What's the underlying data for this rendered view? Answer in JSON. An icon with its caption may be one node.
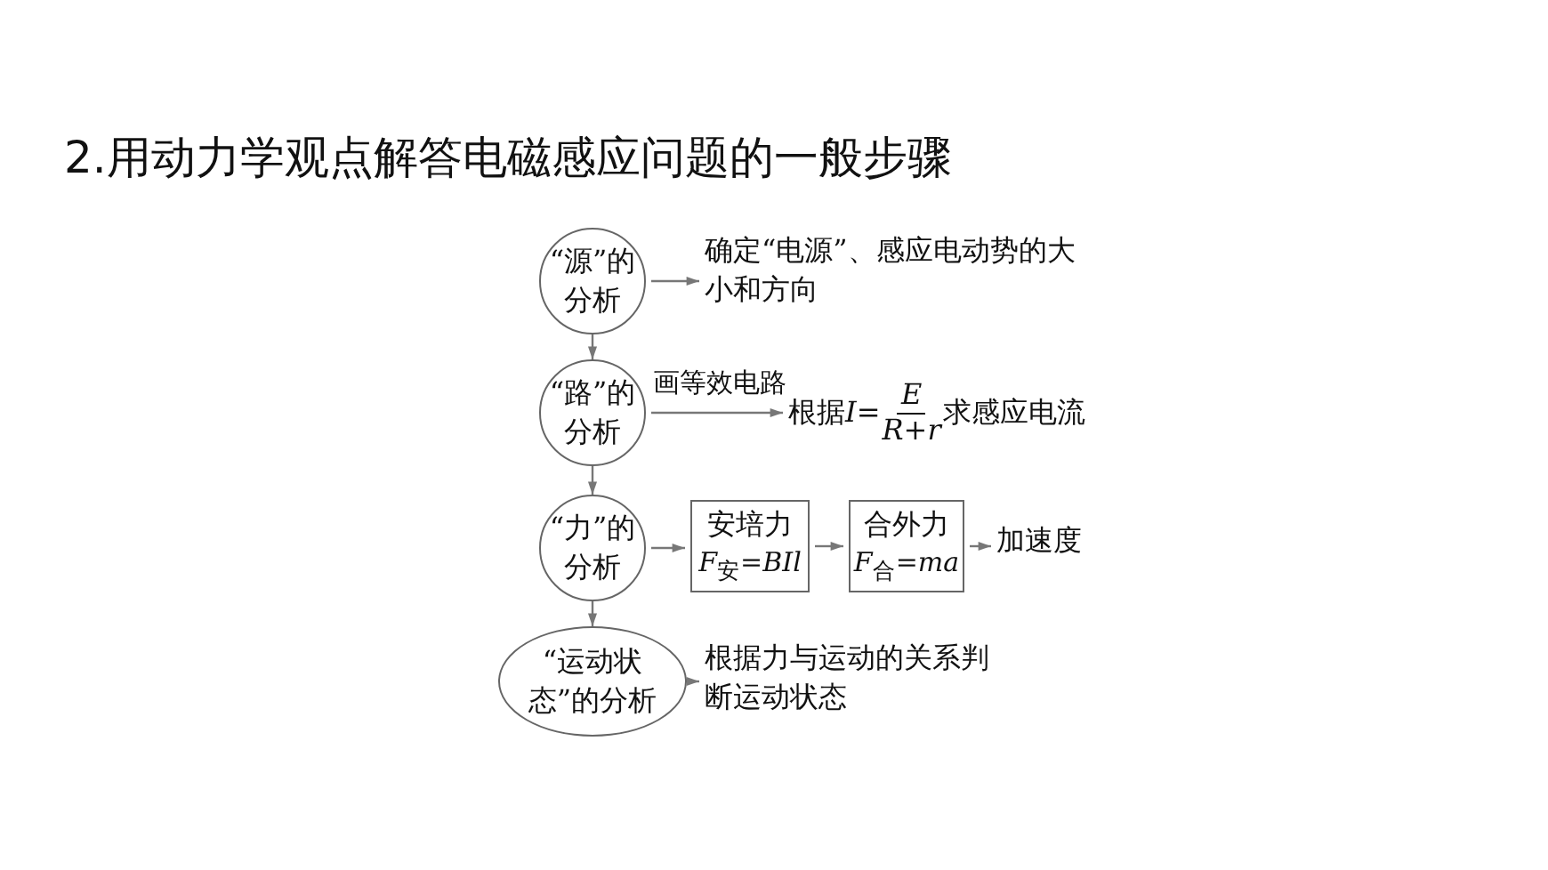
{
  "diagram": {
    "title": "2.用动力学观点解答电磁感应问题的一般步骤",
    "nodes": [
      {
        "text": [
          "“源”的分析"
        ]
      },
      {
        "text": [
          "确定“电源”、感应电动势的大小和方向"
        ]
      },
      {
        "text": [
          "“路”的分析"
        ]
      },
      {
        "text": [
          "根据",
          "*I*=",
          "E",
          "*R*+*r*",
          "求感应电流"
        ]
      },
      {
        "text": [
          "“力”的分析"
        ]
      },
      {
        "text": [
          "安培力",
          "*F*$_{安}$=*BIl*"
        ]
      },
      {
        "text": [
          "合外力",
          "*F*$_{合}$=*ma*"
        ]
      },
      {
        "text": [
          "加速度"
        ]
      },
      {
        "text": [
          "“运动状态”的分析"
        ]
      },
      {
        "text": [
          "根据力与运动的关系判断运动状态"
        ]
      }
    ],
    "edges": [
      {
        "from": 0,
        "to": 1,
        "arrow": "to"
      },
      {
        "from": 0,
        "to": 2,
        "arrow": "to"
      },
      {
        "from": 2,
        "to": 3,
        "arrow": "to",
        "label": "画等效电路"
      },
      {
        "from": 2,
        "to": 4,
        "arrow": "to"
      },
      {
        "from": 4,
        "to": 5,
        "arrow": "to"
      },
      {
        "from": 5,
        "to": 6,
        "arrow": "to"
      },
      {
        "from": 6,
        "to": 7,
        "arrow": "to"
      },
      {
        "from": 4,
        "to": 8,
        "arrow": "to"
      },
      {
        "from": 8,
        "to": 9,
        "arrow": "to"
      }
    ]
  }
}
